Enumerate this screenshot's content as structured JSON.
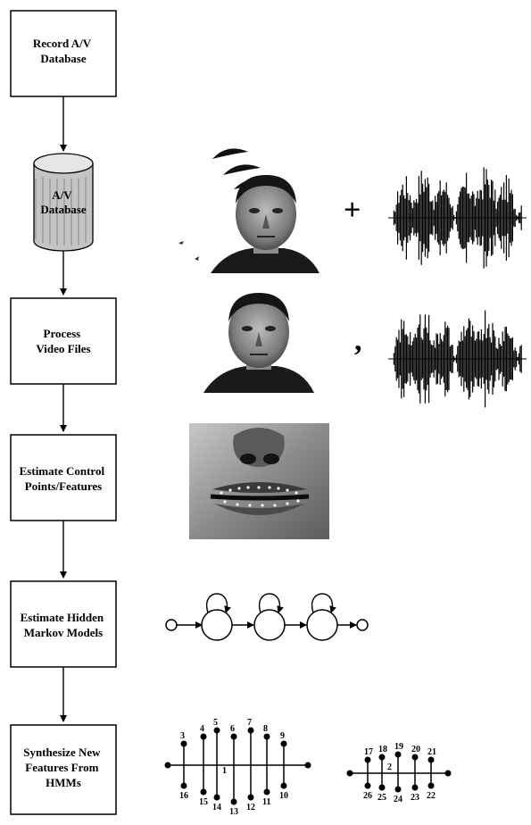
{
  "steps": [
    {
      "lines": [
        "Record A/V",
        "Database"
      ]
    },
    {
      "lines": [
        "A/V",
        "Database"
      ]
    },
    {
      "lines": [
        "Process",
        "Video Files"
      ]
    },
    {
      "lines": [
        "Estimate Control",
        "Points/Features"
      ]
    },
    {
      "lines": [
        "Estimate Hidden",
        "Markov Models"
      ]
    },
    {
      "lines": [
        "Synthesize New",
        "Features From",
        "HMMs"
      ]
    }
  ],
  "symbols": {
    "plus": "+",
    "comma": ","
  },
  "mouth_model_left": {
    "center_label": "1",
    "top_labels": [
      "3",
      "4",
      "5",
      "6",
      "7",
      "8",
      "9"
    ],
    "bottom_labels": [
      "16",
      "15",
      "14",
      "13",
      "12",
      "11",
      "10"
    ]
  },
  "mouth_model_right": {
    "center_label": "2",
    "top_labels": [
      "17",
      "18",
      "19",
      "20",
      "21"
    ],
    "bottom_labels": [
      "26",
      "25",
      "24",
      "23",
      "22"
    ]
  }
}
